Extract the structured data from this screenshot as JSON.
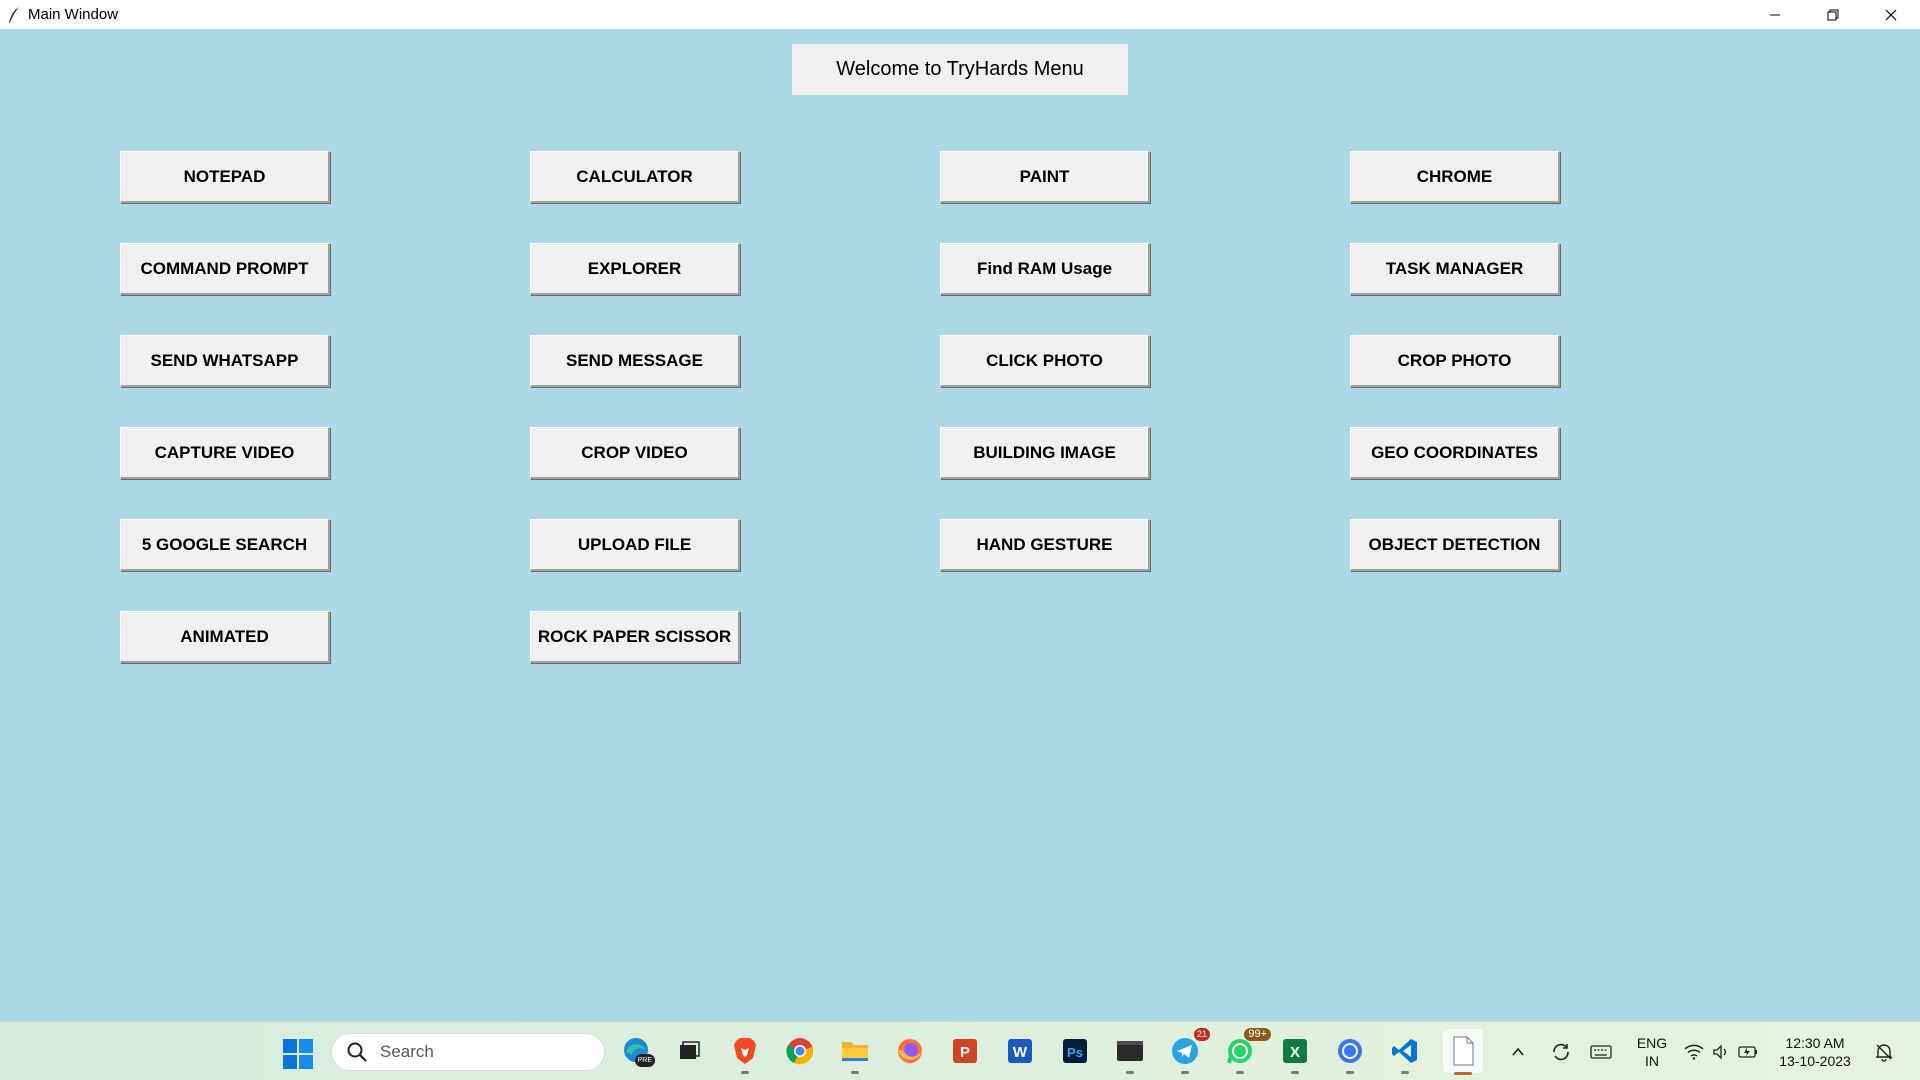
{
  "window": {
    "title": "Main Window"
  },
  "welcome": {
    "text": "Welcome to TryHards Menu"
  },
  "buttons": {
    "notepad": "NOTEPAD",
    "calculator": "CALCULATOR",
    "paint": "PAINT",
    "chrome": "CHROME",
    "command_prompt": "COMMAND PROMPT",
    "explorer": "EXPLORER",
    "find_ram": "Find RAM Usage",
    "task_manager": "TASK MANAGER",
    "send_whatsapp": "SEND WHATSAPP",
    "send_message": "SEND MESSAGE",
    "click_photo": "CLICK PHOTO",
    "crop_photo": "CROP PHOTO",
    "capture_video": "CAPTURE VIDEO",
    "crop_video": "CROP VIDEO",
    "building_image": "BUILDING IMAGE",
    "geo_coordinates": "GEO COORDINATES",
    "google_search": "5 GOOGLE SEARCH",
    "upload_file": "UPLOAD FILE",
    "hand_gesture": "HAND GESTURE",
    "object_detection": "OBJECT DETECTION",
    "animated": "ANIMATED",
    "rock_paper_scissor": "ROCK PAPER SCISSOR"
  },
  "taskbar": {
    "search_placeholder": "Search",
    "telegram_badge": "21",
    "whatsapp_badge": "99+",
    "edge_badge": "PRE",
    "lang_top": "ENG",
    "lang_bottom": "IN",
    "time": "12:30 AM",
    "date": "13-10-2023"
  },
  "colors": {
    "background": "#add8e6",
    "button": "#f0f0f0"
  }
}
